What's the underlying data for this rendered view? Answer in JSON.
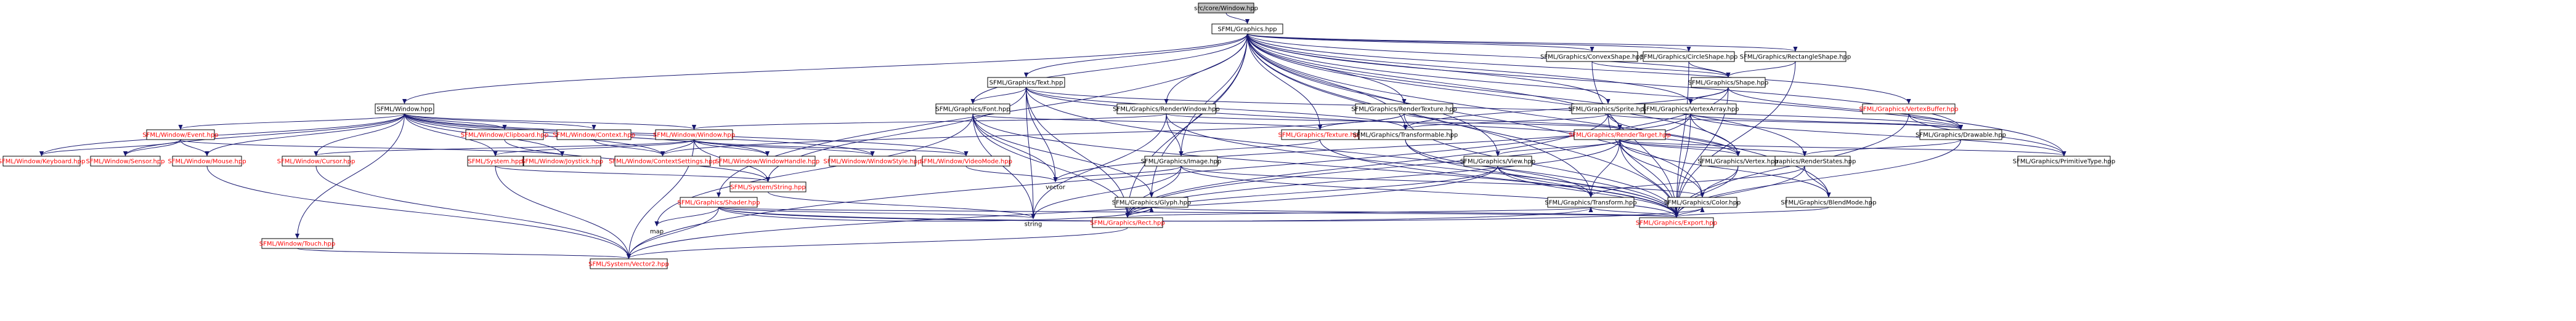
{
  "diagram": {
    "colors": {
      "edge": "#191970",
      "fill_default": "#ffffff",
      "fill_root": "#bfbfbf",
      "text_default": "#000000",
      "text_red": "#ff0000"
    },
    "nodes": [
      {
        "id": "root",
        "label": "src/core/Window.hpp",
        "kind": "root"
      },
      {
        "id": "graphics",
        "label": "SFML/Graphics.hpp"
      },
      {
        "id": "window",
        "label": "SFML/Window.hpp"
      },
      {
        "id": "text",
        "label": "SFML/Graphics/Text.hpp"
      },
      {
        "id": "font",
        "label": "SFML/Graphics/Font.hpp"
      },
      {
        "id": "renderwindow",
        "label": "SFML/Graphics/RenderWindow.hpp"
      },
      {
        "id": "rendertexture",
        "label": "SFML/Graphics/RenderTexture.hpp"
      },
      {
        "id": "sprite",
        "label": "SFML/Graphics/Sprite.hpp"
      },
      {
        "id": "vertexarray",
        "label": "SFML/Graphics/VertexArray.hpp"
      },
      {
        "id": "convexshape",
        "label": "SFML/Graphics/ConvexShape.hpp"
      },
      {
        "id": "circleshape",
        "label": "SFML/Graphics/CircleShape.hpp"
      },
      {
        "id": "rectshape",
        "label": "SFML/Graphics/RectangleShape.hpp"
      },
      {
        "id": "shape",
        "label": "SFML/Graphics/Shape.hpp"
      },
      {
        "id": "vertexbuffer",
        "label": "SFML/Graphics/VertexBuffer.hpp",
        "red": true
      },
      {
        "id": "drawable",
        "label": "SFML/Graphics/Drawable.hpp"
      },
      {
        "id": "primitivetype",
        "label": "SFML/Graphics/PrimitiveType.hpp"
      },
      {
        "id": "texture",
        "label": "SFML/Graphics/Texture.hpp",
        "red": true
      },
      {
        "id": "transformable",
        "label": "SFML/Graphics/Transformable.hpp"
      },
      {
        "id": "rendertarget",
        "label": "SFML/Graphics/RenderTarget.hpp",
        "red": true
      },
      {
        "id": "renderstates",
        "label": "SFML/Graphics/RenderStates.hpp"
      },
      {
        "id": "vertex",
        "label": "SFML/Graphics/Vertex.hpp"
      },
      {
        "id": "view",
        "label": "SFML/Graphics/View.hpp"
      },
      {
        "id": "image",
        "label": "SFML/Graphics/Image.hpp"
      },
      {
        "id": "glyph",
        "label": "SFML/Graphics/Glyph.hpp"
      },
      {
        "id": "transform",
        "label": "SFML/Graphics/Transform.hpp"
      },
      {
        "id": "color",
        "label": "SFML/Graphics/Color.hpp"
      },
      {
        "id": "blendmode",
        "label": "SFML/Graphics/BlendMode.hpp"
      },
      {
        "id": "shader",
        "label": "SFML/Graphics/Shader.hpp",
        "red": true
      },
      {
        "id": "rect",
        "label": "SFML/Graphics/Rect.hpp",
        "red": true
      },
      {
        "id": "export",
        "label": "SFML/Graphics/Export.hpp",
        "red": true
      },
      {
        "id": "vector",
        "label": "vector",
        "plain": true
      },
      {
        "id": "string",
        "label": "string",
        "plain": true
      },
      {
        "id": "map",
        "label": "map",
        "plain": true
      },
      {
        "id": "sysstring",
        "label": "SFML/System/String.hpp",
        "red": true
      },
      {
        "id": "vector2",
        "label": "SFML/System/Vector2.hpp",
        "red": true
      },
      {
        "id": "system",
        "label": "SFML/System.hpp",
        "red": true
      },
      {
        "id": "wwindow",
        "label": "SFML/Window/Window.hpp",
        "red": true
      },
      {
        "id": "event",
        "label": "SFML/Window/Event.hpp",
        "red": true
      },
      {
        "id": "clipboard",
        "label": "SFML/Window/Clipboard.hpp",
        "red": true
      },
      {
        "id": "context",
        "label": "SFML/Window/Context.hpp",
        "red": true
      },
      {
        "id": "keyboard",
        "label": "SFML/Window/Keyboard.hpp",
        "red": true
      },
      {
        "id": "sensor",
        "label": "SFML/Window/Sensor.hpp",
        "red": true
      },
      {
        "id": "mouse",
        "label": "SFML/Window/Mouse.hpp",
        "red": true
      },
      {
        "id": "cursor",
        "label": "SFML/Window/Cursor.hpp",
        "red": true
      },
      {
        "id": "joystick",
        "label": "SFML/Window/Joystick.hpp",
        "red": true
      },
      {
        "id": "contextsettings",
        "label": "SFML/Window/ContextSettings.hpp",
        "red": true
      },
      {
        "id": "windowhandle",
        "label": "SFML/Window/WindowHandle.hpp",
        "red": true
      },
      {
        "id": "windowstyle",
        "label": "SFML/Window/WindowStyle.hpp",
        "red": true
      },
      {
        "id": "videomode",
        "label": "SFML/Window/VideoMode.hpp",
        "red": true
      },
      {
        "id": "touch",
        "label": "SFML/Window/Touch.hpp",
        "red": true
      }
    ]
  }
}
